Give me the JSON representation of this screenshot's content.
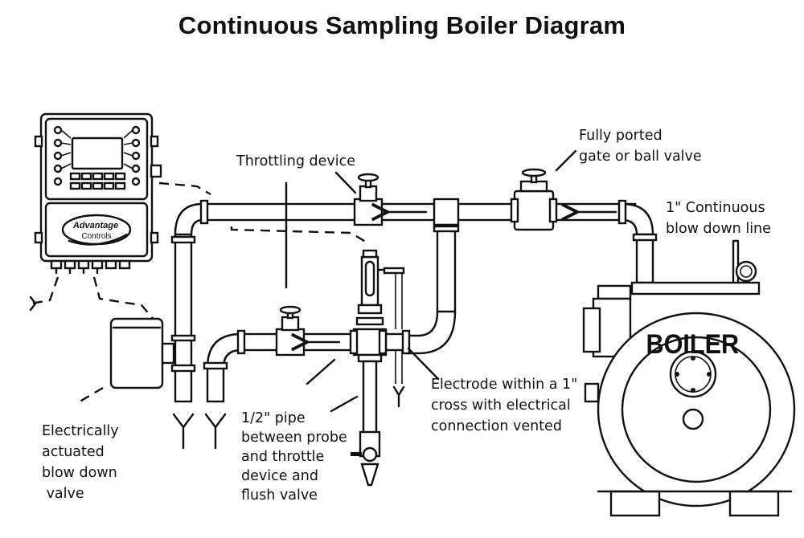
{
  "title": "Continuous Sampling Boiler Diagram",
  "labels": {
    "throttling_device": "Throttling device",
    "valve_line1": "Fully ported",
    "valve_line2": "gate or ball valve",
    "blowdown_line1": "1\" Continuous",
    "blowdown_line2": "blow down line",
    "electrode_line1": "Electrode within a 1\"",
    "electrode_line2": "cross with electrical",
    "electrode_line3": "connection vented",
    "pipe_line1": "1/2\" pipe",
    "pipe_line2": "between probe",
    "pipe_line3": "and throttle",
    "pipe_line4": "device and",
    "pipe_line5": "flush valve",
    "actuated_line1": "Electrically",
    "actuated_line2": "actuated",
    "actuated_line3": "blow down",
    "actuated_line4": " valve"
  },
  "controller": {
    "brand_line1": "Advantage",
    "brand_line2": "Controls"
  },
  "boiler": {
    "label": "BOILER"
  }
}
